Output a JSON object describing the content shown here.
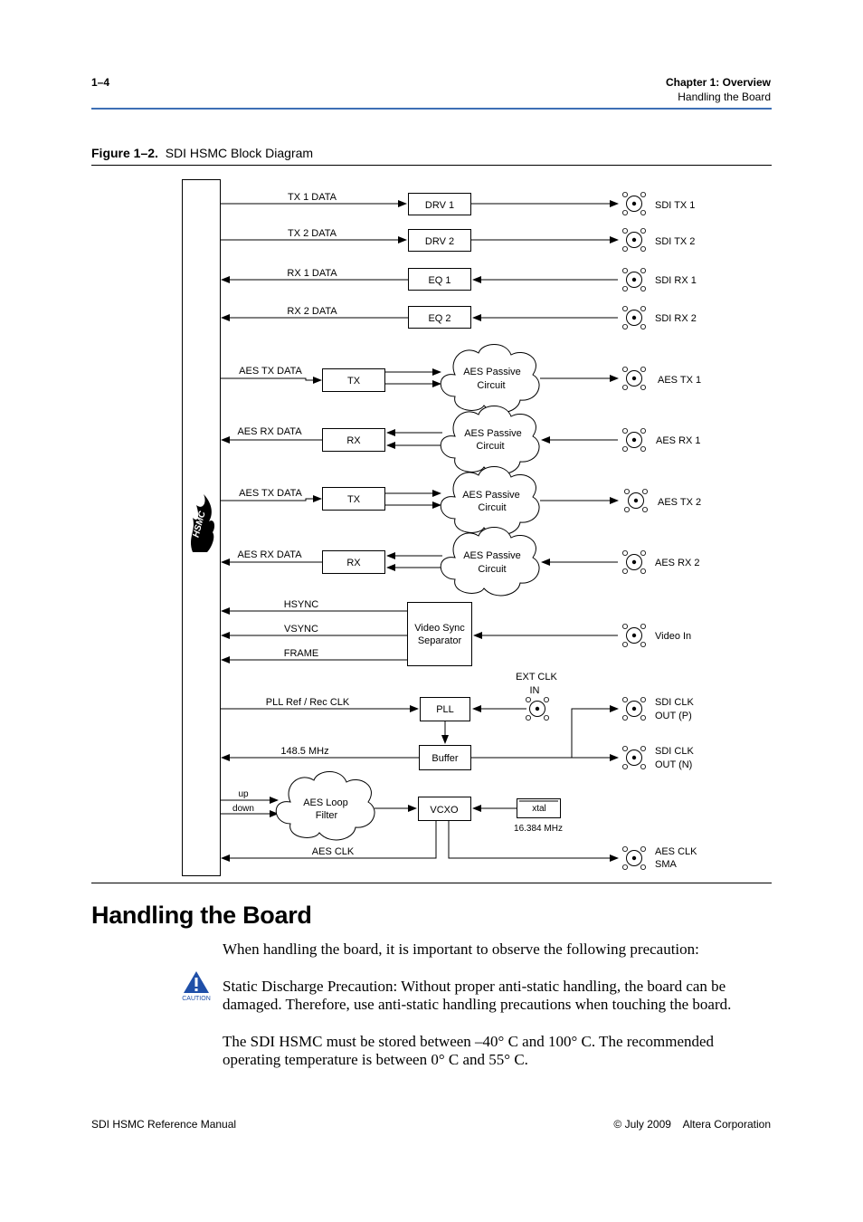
{
  "header": {
    "page_number": "1–4",
    "chapter": "Chapter 1:  Overview",
    "section": "Handling the Board"
  },
  "figure": {
    "label": "Figure 1–2.",
    "title": "SDI HSMC Block Diagram",
    "logo_text": "HSMC",
    "signals": {
      "tx1_data": "TX 1 DATA",
      "tx2_data": "TX 2 DATA",
      "rx1_data": "RX 1 DATA",
      "rx2_data": "RX 2 DATA",
      "aes_tx_data_1": "AES TX DATA",
      "aes_rx_data_1": "AES RX DATA",
      "aes_tx_data_2": "AES TX DATA",
      "aes_rx_data_2": "AES RX DATA",
      "hsync": "HSYNC",
      "vsync": "VSYNC",
      "frame": "FRAME",
      "pll_ref": "PLL Ref / Rec CLK",
      "clk_148": "148.5  MHz",
      "up": "up",
      "down": "down",
      "aes_clk": "AES CLK",
      "xtal_freq": "16.384  MHz"
    },
    "blocks": {
      "drv1": "DRV 1",
      "drv2": "DRV 2",
      "eq1": "EQ 1",
      "eq2": "EQ 2",
      "tx_a": "TX",
      "rx_a": "RX",
      "tx_b": "TX",
      "rx_b": "RX",
      "aes_passive_l1": "AES Passive",
      "aes_passive_l2": "Circuit",
      "video_sync_l1": "Video Sync",
      "video_sync_l2": "Separator",
      "pll": "PLL",
      "buffer": "Buffer",
      "aes_loop_l1": "AES Loop",
      "aes_loop_l2": "Filter",
      "vcxo": "VCXO",
      "xtal": "xtal"
    },
    "connectors": {
      "sdi_tx1": "SDI TX 1",
      "sdi_tx2": "SDI TX 2",
      "sdi_rx1": "SDI RX 1",
      "sdi_rx2": "SDI RX 2",
      "aes_tx1": "AES TX 1",
      "aes_rx1": "AES RX 1",
      "aes_tx2": "AES TX 2",
      "aes_rx2": "AES RX 2",
      "video_in": "Video In",
      "ext_clk_l1": "EXT CLK",
      "ext_clk_l2": "IN",
      "sdi_clk_p_l1": "SDI CLK",
      "sdi_clk_p_l2": "OUT (P)",
      "sdi_clk_n_l1": "SDI CLK",
      "sdi_clk_n_l2": "OUT (N)",
      "aes_clk_sma_l1": "AES CLK",
      "aes_clk_sma_l2": "SMA"
    }
  },
  "section": {
    "heading": "Handling the Board",
    "intro": "When handling the board, it is important to observe the following precaution:",
    "caution_label": "CAUTION",
    "caution_text": "Static Discharge Precaution: Without proper anti-static handling, the board can be damaged. Therefore, use anti-static handling precautions when touching the board.",
    "temperature_text": "The SDI HSMC must be stored between –40° C and 100° C. The recommended operating temperature is between 0° C and 55° C."
  },
  "footer": {
    "left": "SDI HSMC Reference Manual",
    "right": "© July 2009    Altera Corporation"
  },
  "colors": {
    "header_rule": "#3d6fb5",
    "caution_icon": "#1f4fa8"
  }
}
